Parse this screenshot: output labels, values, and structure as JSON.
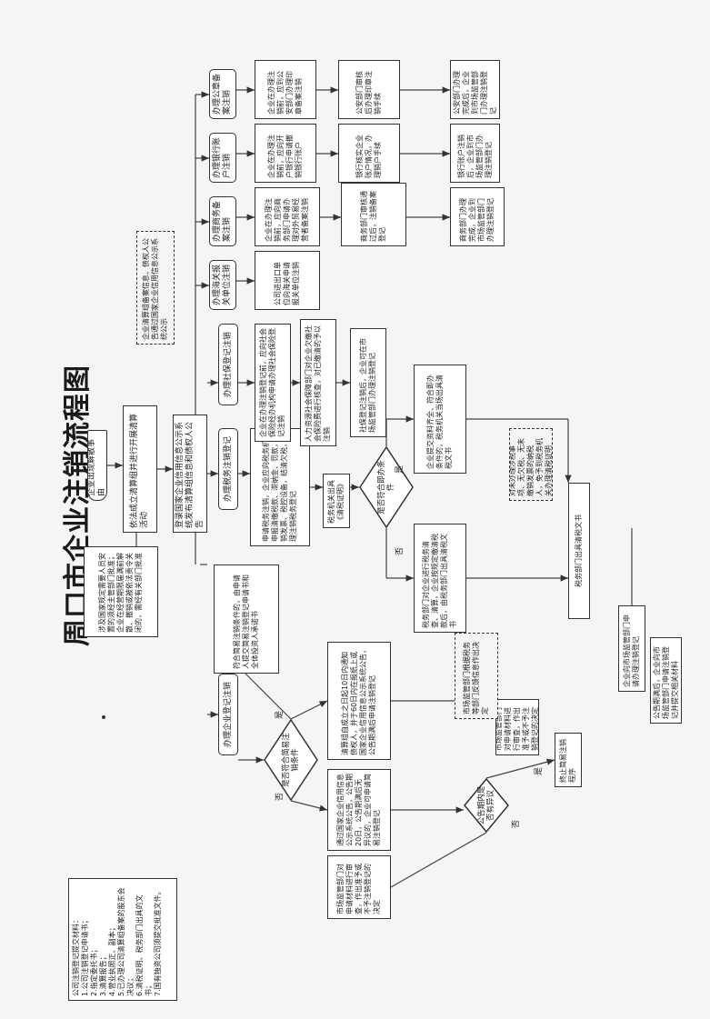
{
  "document": {
    "title": "周口市企业注销流程图",
    "orientation": "rotated 90° counter-clockwise"
  },
  "nodes": {
    "start": "企业出现解散事由",
    "liquidation_group": "依法成立清算组并进行开展清算活动",
    "liquidation_note": "涉及国家规定需要人员安置的须经主管部门批准；企业在经营期限届满前解散、撤销或被依法责令关闭的，需经有关部门批准",
    "notice_publish": "登录国家企业信用信息公示系统发布清算组信息和债权人公告",
    "branch_tax": "办理税务注销登记",
    "tax_apply": "申请税务注销，企业应向税务机关申报清缴税款、滞纳金、罚款，缴销发票、税控设备，结清欠税，办理注销税务登记",
    "tax_doc": "税务机关出具《清税证明》",
    "tax_decision": "是否符合即办条件",
    "tax_yes": "企业提交资料齐全、符合即办条件的，税务机关当场出具清税文书",
    "tax_no": "税务部门对企业进行税务清查、清算，企业按规定缴清税款后，由税务部门出具清税文书",
    "tax_note": "对未办理涉税事项、无欠税、无未缴销发票的纳税人，免予到税务机关办理清税证明",
    "tax_issue": "税务部门出具清税文书",
    "branch_social": "办理社保登记注销",
    "social_apply": "企业在办理注销登记前，应向社会保险经办机构申请办理社会保险登记注销",
    "social_check": "人力资源社会保障部门对企业欠缴社会保险费进行核查，对已缴清的予以注销",
    "social_done": "社保登记注销后，企业可在市场监管部门办理注销登记",
    "liquidation_filing_note": "企业清算组备案信息、债权人公告通过国家企业信用信息公示系统公示",
    "branch_customs": "办理海关报关单位注销",
    "customs_apply": "公司进出口单位向海关申请报关单位注销",
    "branch_commerce": "办理商务备案注销",
    "commerce_apply": "企业在办理注销前，应向商务部门申请办理对外贸易经营者备案注销",
    "commerce_check": "商务部门审核通过后，注销备案登记",
    "commerce_done": "商务部门办理完成，企业到市场监管部门办理注销登记",
    "branch_bank": "办理银行账户注销",
    "bank_apply": "企业在办理注销前，应向开户银行申请撤销银行账户",
    "bank_check": "银行核实企业账户情况，办理销户手续",
    "bank_done": "银行账户注销后，企业到市场监管部门办理注销登记",
    "branch_seal": "办理公章备案注销",
    "seal_apply": "企业在办理注销前，应到公安部门办理印章备案注销",
    "seal_check": "公安部门审核后办理印章注销手续",
    "seal_done": "公安部门办理完成后，企业到市场监管部门办理注销登记",
    "branch_business": "办理企业登记注销",
    "business_decision": "是否符合简易注销条件",
    "simple_path": "通过国家企业信用信息公示系统公告，公告期20日，公告期满后无异议的，企业可申请简易注销登记",
    "normal_path": "清算组自成立之日起10日内通知债权人，并于60日内在报纸上或国家企业信用信息公示系统公告，公告期满后申请注销登记",
    "objection_decision": "公告期内是否有异议",
    "stop_simple": "终止简易注销程序",
    "applicant_box": "符合简易注销条件的，由申请人提交简易注销登记申请书和全体投资人承诺书",
    "review_box": "市场监管部门对申请材料进行审查，作出准予或不予注销登记的决定",
    "market_note": "市场监管部门根据税务等部门反馈信息作出决定",
    "final_review": "企业向市场监管部门申请办理注销登记",
    "final_notice": "公告期满后，企业向市场监管部门申请注销登记并提交相关材料"
  },
  "materials": {
    "heading": "公司注销登记提交材料：",
    "items": [
      "1.公司注销登记申请书；",
      "2.指定委托书；",
      "3.清算报告；",
      "4.营业执照正、副本；",
      "5.已办理公司清算组备案的股东会决议；",
      "6.清税证明、税务部门出具的文书；",
      "7.国有独资公司须提交批准文件。"
    ]
  },
  "labels": {
    "yes": "是",
    "no": "否"
  }
}
